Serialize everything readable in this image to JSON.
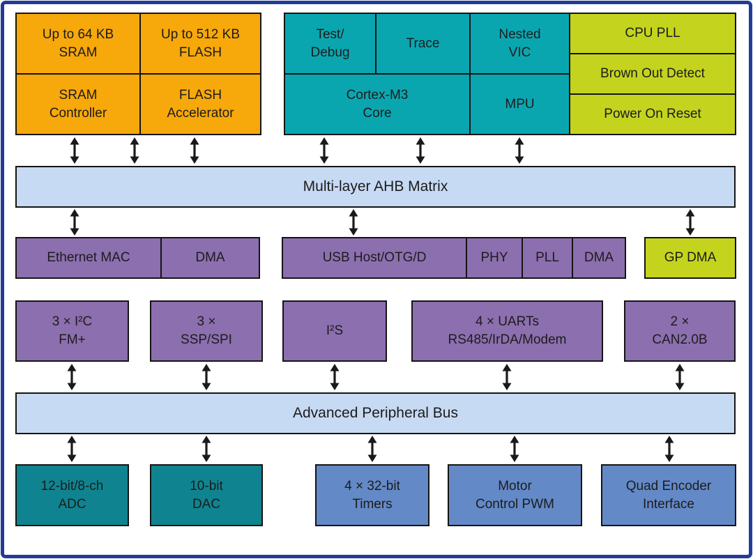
{
  "colors": {
    "frame": "#203C96",
    "memory_orange": "#F7A80B",
    "core_teal": "#0AA6B0",
    "system_lime": "#C4D41E",
    "bus_blue": "#C7DAF3",
    "peripheral_purple": "#8C6FAF",
    "analog_teal": "#0F8490",
    "timer_blue": "#6389C7",
    "arrow_black": "#1A1A1A"
  },
  "memory": {
    "sram_size": "Up to 64 KB\nSRAM",
    "flash_size": "Up to 512 KB\nFLASH",
    "sram_controller": "SRAM\nController",
    "flash_accelerator": "FLASH\nAccelerator"
  },
  "core": {
    "test_debug": "Test/\nDebug",
    "trace": "Trace",
    "nested_vic": "Nested\nVIC",
    "cortex_core": "Cortex-M3\nCore",
    "mpu": "MPU"
  },
  "system": {
    "cpu_pll": "CPU PLL",
    "brown_out_detect": "Brown Out Detect",
    "power_on_reset": "Power On Reset"
  },
  "buses": {
    "ahb_matrix": "Multi-layer AHB Matrix",
    "apb": "Advanced Peripheral Bus"
  },
  "ahb_peripherals": {
    "ethernet_mac": "Ethernet MAC",
    "ethernet_dma": "DMA",
    "usb": "USB Host/OTG/D",
    "usb_phy": "PHY",
    "usb_pll": "PLL",
    "usb_dma": "DMA",
    "gp_dma": "GP DMA"
  },
  "apb_peripherals": {
    "i2c": "3 × I²C\nFM+",
    "ssp_spi": "3 ×\nSSP/SPI",
    "i2s": "I²S",
    "uarts": "4 × UARTs\nRS485/IrDA/Modem",
    "can": "2 ×\nCAN2.0B"
  },
  "analog_motor": {
    "adc": "12-bit/8-ch\nADC",
    "dac": "10-bit\nDAC",
    "timers": "4 × 32-bit\nTimers",
    "motor_pwm": "Motor\nControl PWM",
    "quad_encoder": "Quad Encoder\nInterface"
  }
}
